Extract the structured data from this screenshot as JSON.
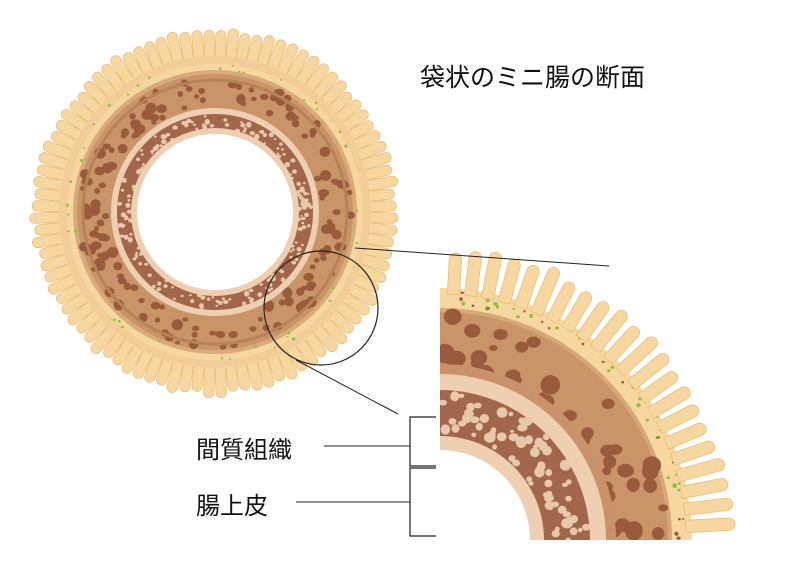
{
  "title": "袋状のミニ腸の断面",
  "labels": {
    "stroma": "間質組織",
    "epithelium": "腸上皮"
  },
  "colors": {
    "villi": "#f7d7a0",
    "villi_outline": "#e8be7c",
    "outer_layer": "#c99468",
    "spots_dark": "#9a5a3c",
    "inner_mesh": "#a2664a",
    "pale_band": "#efcfb2",
    "green_dots": "#8cc43a",
    "line": "#222222"
  }
}
